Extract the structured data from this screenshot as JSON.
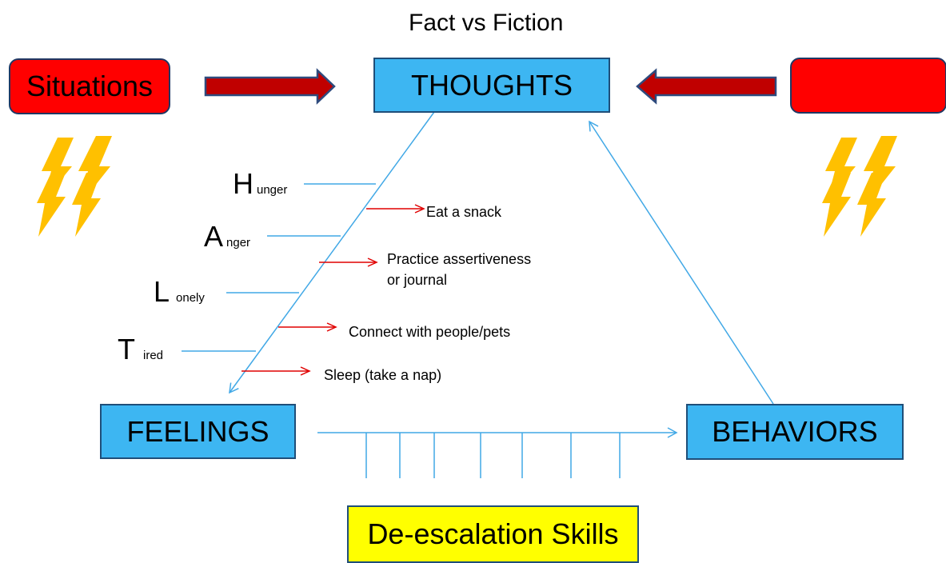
{
  "title": "Fact  vs Fiction",
  "nodes": {
    "situations": "Situations",
    "thoughts": "THOUGHTS",
    "right_box": "",
    "feelings": "FEELINGS",
    "behaviors": "BEHAVIORS",
    "deescalation": "De-escalation Skills"
  },
  "halt": [
    {
      "letter": "H",
      "rest": "unger"
    },
    {
      "letter": "A",
      "rest": "nger"
    },
    {
      "letter": "L",
      "rest": "onely"
    },
    {
      "letter": "T",
      "rest": "ired"
    }
  ],
  "remedies": [
    "Eat a snack",
    "Practice assertiveness",
    "or journal",
    "Connect with people/pets",
    "Sleep (take a nap)"
  ],
  "colors": {
    "box_blue": "#3db6f2",
    "box_border": "#1f4e79",
    "alert_red": "#ff0000",
    "line_blue": "#41a8e6",
    "arrow_red": "#e00000",
    "lightning": "#ffc000",
    "highlight_yellow": "#ffff00"
  },
  "icons": [
    "lightning-icon",
    "lightning-icon"
  ]
}
